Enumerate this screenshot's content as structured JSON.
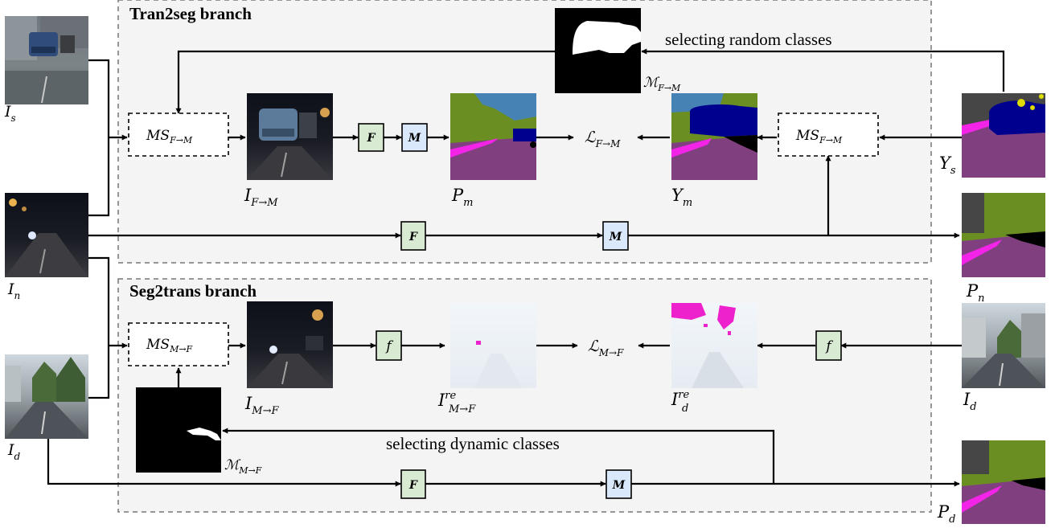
{
  "branches": {
    "top": "Tran2seg branch",
    "bottom": "Seg2trans branch"
  },
  "captions": {
    "random": "selecting random classes",
    "dynamic": "selecting dynamic classes"
  },
  "modules": {
    "F": "F",
    "M": "M",
    "f": "f"
  },
  "ms": {
    "base": "MS",
    "fm_sub": "F→M",
    "mf_sub": "M→F"
  },
  "labels": {
    "Is": {
      "main": "I",
      "sub": "s",
      "sup": ""
    },
    "In": {
      "main": "I",
      "sub": "n",
      "sup": ""
    },
    "Id_left": {
      "main": "I",
      "sub": "d",
      "sup": ""
    },
    "I_FM": {
      "main": "I",
      "sub": "F→M",
      "sup": ""
    },
    "Pm": {
      "main": "P",
      "sub": "m",
      "sup": ""
    },
    "Ym": {
      "main": "Y",
      "sub": "m",
      "sup": ""
    },
    "Ys": {
      "main": "Y",
      "sub": "s",
      "sup": ""
    },
    "Pn": {
      "main": "P",
      "sub": "n",
      "sup": ""
    },
    "Id_right": {
      "main": "I",
      "sub": "d",
      "sup": ""
    },
    "Pd": {
      "main": "P",
      "sub": "d",
      "sup": ""
    },
    "I_MF": {
      "main": "I",
      "sub": "M→F",
      "sup": ""
    },
    "I_MF_re": {
      "main": "I",
      "sub": "M→F",
      "sup": "re"
    },
    "Id_re": {
      "main": "I",
      "sub": "d",
      "sup": "re"
    },
    "L_FM": {
      "main": "ℒ",
      "sub": "F→M",
      "sup": ""
    },
    "L_MF": {
      "main": "ℒ",
      "sub": "M→F",
      "sup": ""
    },
    "M_FM": {
      "main": "ℳ",
      "sub": "F→M",
      "sup": ""
    },
    "M_MF": {
      "main": "ℳ",
      "sub": "M→F",
      "sup": ""
    }
  },
  "colors": {
    "panel_bg": "#f4f4f4",
    "panel_border": "#777777",
    "module_green": "#d9ead3",
    "module_blue": "#dae8fc",
    "seg_road": "#804080",
    "seg_sidewalk": "#f423e8",
    "seg_vegetation": "#6b8e23",
    "seg_sky": "#4682b4",
    "seg_car": "#00008e",
    "seg_building": "#464646"
  }
}
